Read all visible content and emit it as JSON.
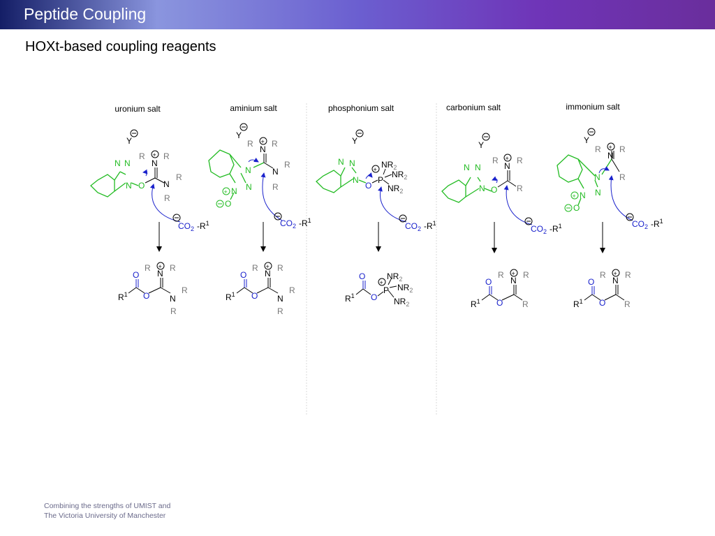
{
  "header": {
    "title": "Peptide Coupling"
  },
  "slide": {
    "subtitle": "HOXt-based coupling reagents"
  },
  "columns": [
    {
      "label": "uronium salt"
    },
    {
      "label": "aminium salt"
    },
    {
      "label": "phosphonium salt"
    },
    {
      "label": "carbonium salt"
    },
    {
      "label": "immonium salt"
    }
  ],
  "chem": {
    "counterion": "Y",
    "nucleophile": "CO",
    "sub2": "2",
    "r1": "R",
    "sup1": "1",
    "r": "R",
    "n": "N",
    "o": "O",
    "p": "P",
    "nr": "NR",
    "plus": "+",
    "minus": "−"
  },
  "colors": {
    "benzotriazole": "#22bb22",
    "carboxyl": "#1a22cc",
    "substituent": "#777777",
    "header_start": "#141e66",
    "header_end": "#6a2e9c"
  },
  "footer": {
    "line1": "Combining the strengths of UMIST and",
    "line2": "The Victoria University of Manchester"
  }
}
